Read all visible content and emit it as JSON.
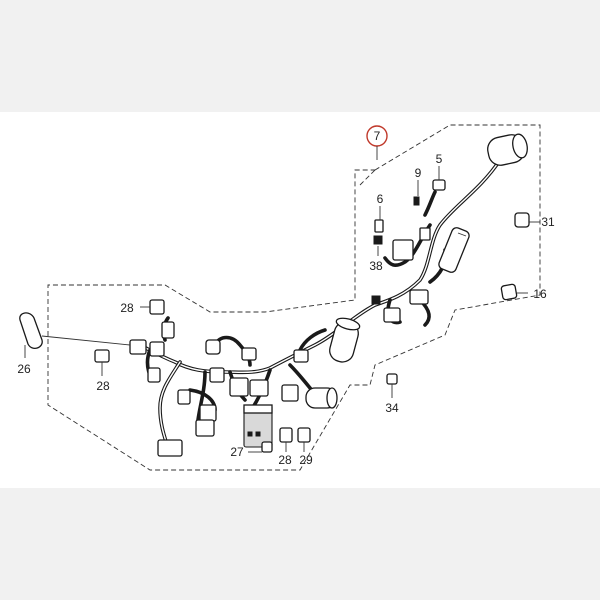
{
  "callouts": [
    {
      "id": "7",
      "text": "7"
    },
    {
      "id": "5",
      "text": "5"
    },
    {
      "id": "9",
      "text": "9"
    },
    {
      "id": "6",
      "text": "6"
    },
    {
      "id": "38",
      "text": "38"
    },
    {
      "id": "31",
      "text": "31"
    },
    {
      "id": "16",
      "text": "16"
    },
    {
      "id": "28a",
      "text": "28"
    },
    {
      "id": "26",
      "text": "26"
    },
    {
      "id": "28b",
      "text": "28"
    },
    {
      "id": "34",
      "text": "34"
    },
    {
      "id": "27",
      "text": "27"
    },
    {
      "id": "28c",
      "text": "28"
    },
    {
      "id": "29",
      "text": "29"
    }
  ],
  "highlight": {
    "callout_id": "7",
    "ring_color": "#c0392b"
  },
  "colors": {
    "line": "#1a1a1a",
    "band": "#f1f1f1",
    "background": "#ffffff"
  }
}
